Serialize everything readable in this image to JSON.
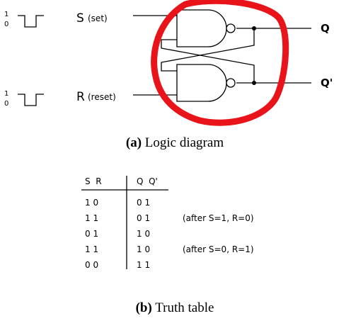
{
  "diagram": {
    "inputs": {
      "s": {
        "letter": "S",
        "tag": "(set)",
        "pulse_high": "1",
        "pulse_low": "0"
      },
      "r": {
        "letter": "R",
        "tag": "(reset)",
        "pulse_high": "1",
        "pulse_low": "0"
      }
    },
    "outputs": {
      "q": "Q",
      "q_bar": "Q'"
    },
    "caption": {
      "label": "(a)",
      "text": " Logic diagram"
    },
    "annotation_color": "#e8141a"
  },
  "truth_table": {
    "headers": {
      "sr": "S  R",
      "qq": "Q  Q'"
    },
    "rows": [
      {
        "sr": "1  0",
        "qq": "0  1",
        "note": ""
      },
      {
        "sr": "1  1",
        "qq": "0  1",
        "note": "(after S=1, R=0)"
      },
      {
        "sr": "0  1",
        "qq": "1  0",
        "note": ""
      },
      {
        "sr": "1  1",
        "qq": "1  0",
        "note": "(after S=0, R=1)"
      },
      {
        "sr": "0  0",
        "qq": "1  1",
        "note": ""
      }
    ],
    "caption": {
      "label": "(b)",
      "text": " Truth table"
    }
  }
}
